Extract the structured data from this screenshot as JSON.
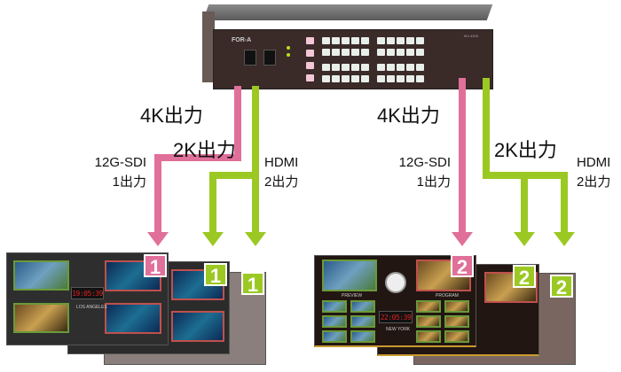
{
  "device": {
    "brand": "FOR-A",
    "model": "MV-4200"
  },
  "left": {
    "pink_label": "4K出力",
    "green_label": "2K出力",
    "sdi_label": "12G-SDI",
    "sdi_count": "1出力",
    "hdmi_label": "HDMI",
    "hdmi_count": "2出力",
    "badges": [
      "1",
      "1",
      "1"
    ],
    "clock": "19:05:39",
    "clock_caption": "LOS ANGELES"
  },
  "right": {
    "pink_label": "4K出力",
    "green_label": "2K出力",
    "sdi_label": "12G-SDI",
    "sdi_count": "1出力",
    "hdmi_label": "HDMI",
    "hdmi_count": "2出力",
    "badges": [
      "2",
      "2",
      "2"
    ],
    "clock": "22:05:39",
    "clock_caption": "NEW YORK",
    "preview": "PREVIEW",
    "program": "PROGRAM"
  },
  "colors": {
    "pink": "#e0709a",
    "green": "#9cc823"
  }
}
